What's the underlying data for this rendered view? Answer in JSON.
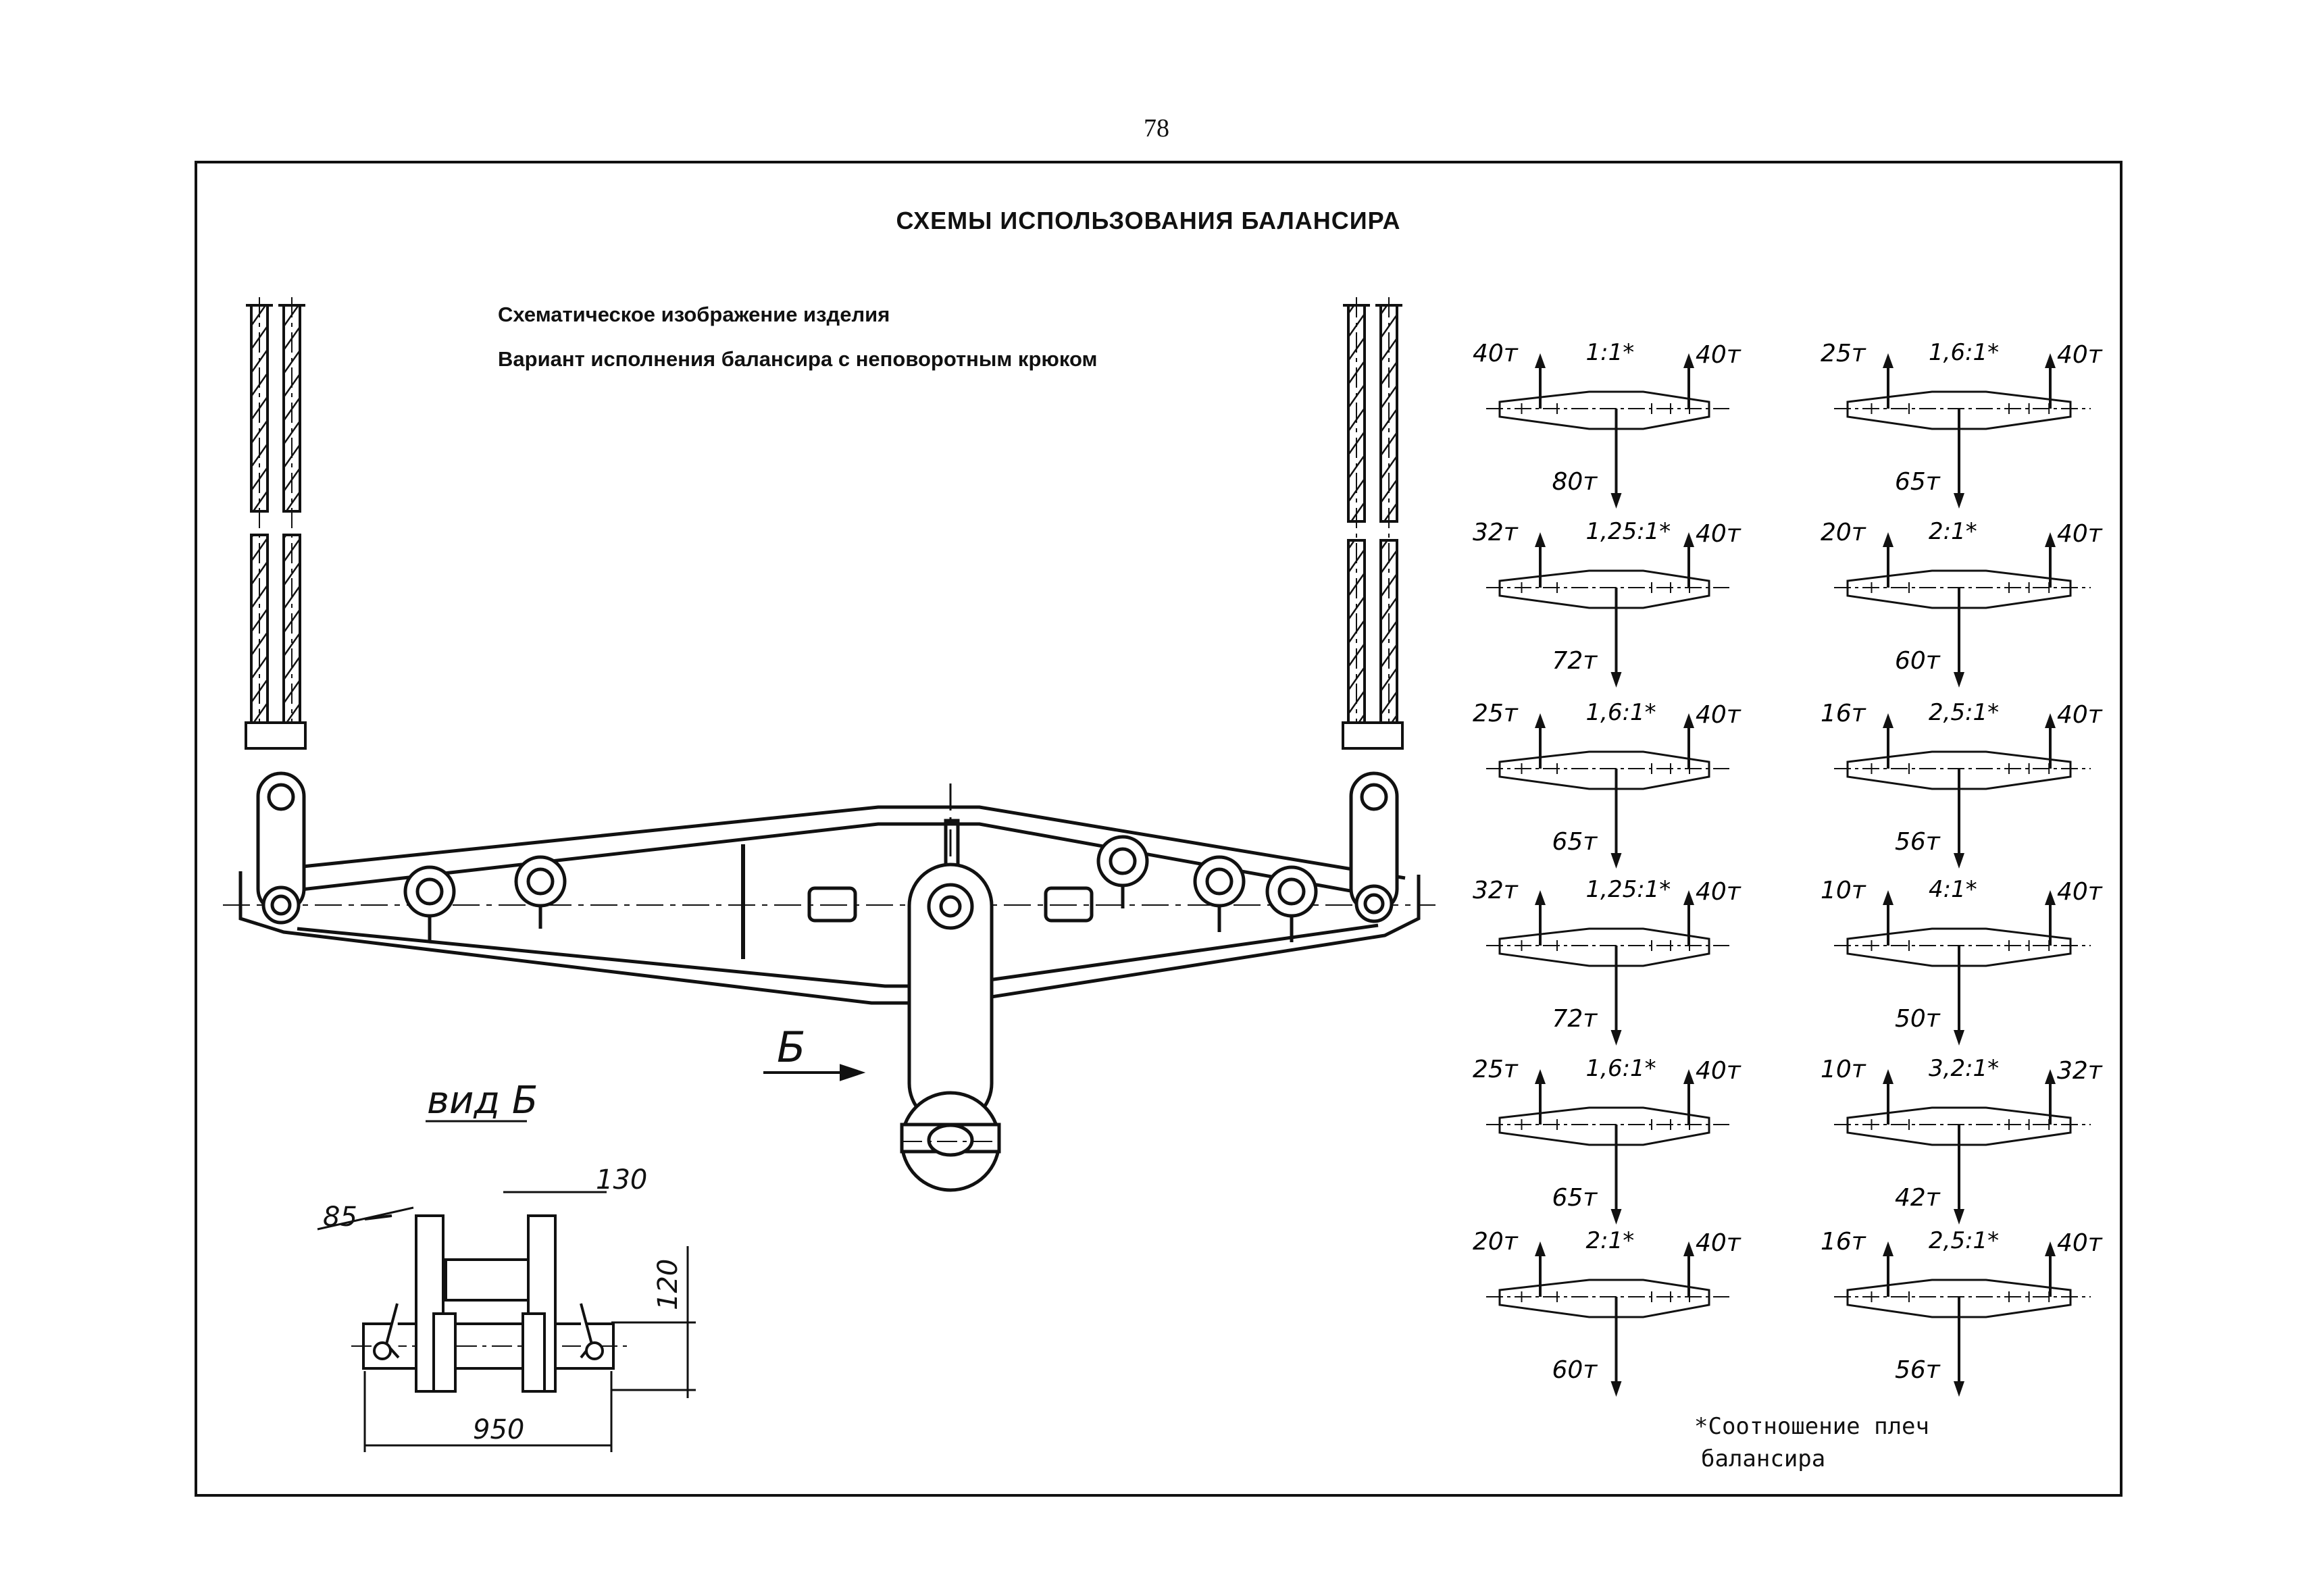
{
  "page": {
    "number": "78"
  },
  "title": "СХЕМЫ ИСПОЛЬЗОВАНИЯ БАЛАНСИРА",
  "subtitles": [
    "Схематическое изображение изделия",
    "Вариант исполнения  балансира с неповоротным крюком"
  ],
  "main_drawing": {
    "section_marker": "Б",
    "view_label": "вид Б"
  },
  "view_b": {
    "dimensions": {
      "gap": "85",
      "width": "130",
      "height": "120",
      "length": "950"
    }
  },
  "schemes": [
    {
      "ratio": "1:1*",
      "left_load": "40т",
      "right_load": "40т",
      "bottom_load": "80т"
    },
    {
      "ratio": "1,6:1*",
      "left_load": "25т",
      "right_load": "40т",
      "bottom_load": "65т"
    },
    {
      "ratio": "1,25:1*",
      "left_load": "32т",
      "right_load": "40т",
      "bottom_load": "72т"
    },
    {
      "ratio": "2:1*",
      "left_load": "20т",
      "right_load": "40т",
      "bottom_load": "60т"
    },
    {
      "ratio": "1,6:1*",
      "left_load": "25т",
      "right_load": "40т",
      "bottom_load": "65т"
    },
    {
      "ratio": "2,5:1*",
      "left_load": "16т",
      "right_load": "40т",
      "bottom_load": "56т"
    },
    {
      "ratio": "1,25:1*",
      "left_load": "32т",
      "right_load": "40т",
      "bottom_load": "72т"
    },
    {
      "ratio": "4:1*",
      "left_load": "10т",
      "right_load": "40т",
      "bottom_load": "50т"
    },
    {
      "ratio": "1,6:1*",
      "left_load": "25т",
      "right_load": "40т",
      "bottom_load": "65т"
    },
    {
      "ratio": "3,2:1*",
      "left_load": "10т",
      "right_load": "32т",
      "bottom_load": "42т"
    },
    {
      "ratio": "2:1*",
      "left_load": "20т",
      "right_load": "40т",
      "bottom_load": "60т"
    },
    {
      "ratio": "2,5:1*",
      "left_load": "16т",
      "right_load": "40т",
      "bottom_load": "56т"
    }
  ],
  "footnote": {
    "line1": "*Соотношение плеч",
    "line2": "балансира"
  }
}
